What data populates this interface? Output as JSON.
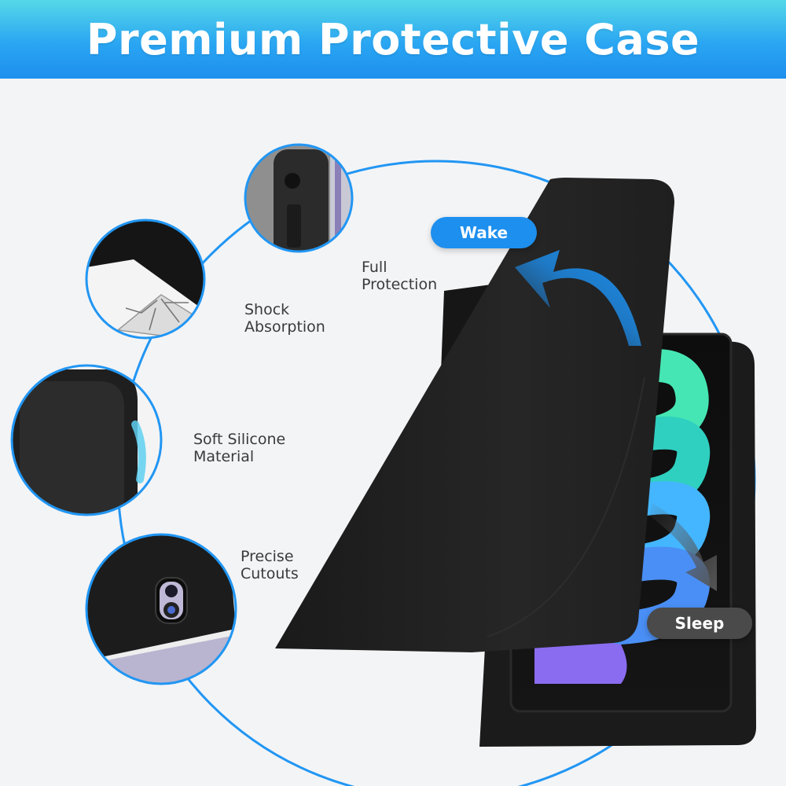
{
  "banner": {
    "title": "Premium Protective Case"
  },
  "features": [
    {
      "line1": "Full",
      "line2": "Protection",
      "icon": "pencil-holder-icon"
    },
    {
      "line1": "Shock",
      "line2": "Absorption",
      "icon": "cracked-floor-icon"
    },
    {
      "line1": "Soft Silicone",
      "line2": "Material",
      "icon": "honeycomb-corner-icon"
    },
    {
      "line1": "Precise",
      "line2": "Cutouts",
      "icon": "camera-cutout-icon"
    }
  ],
  "callouts": {
    "wake": "Wake",
    "sleep": "Sleep"
  },
  "colors": {
    "accent": "#1d8fee",
    "banner_top": "#55d8e8",
    "dark_pill": "#4a4a4a",
    "case": "#1e1e1e"
  }
}
